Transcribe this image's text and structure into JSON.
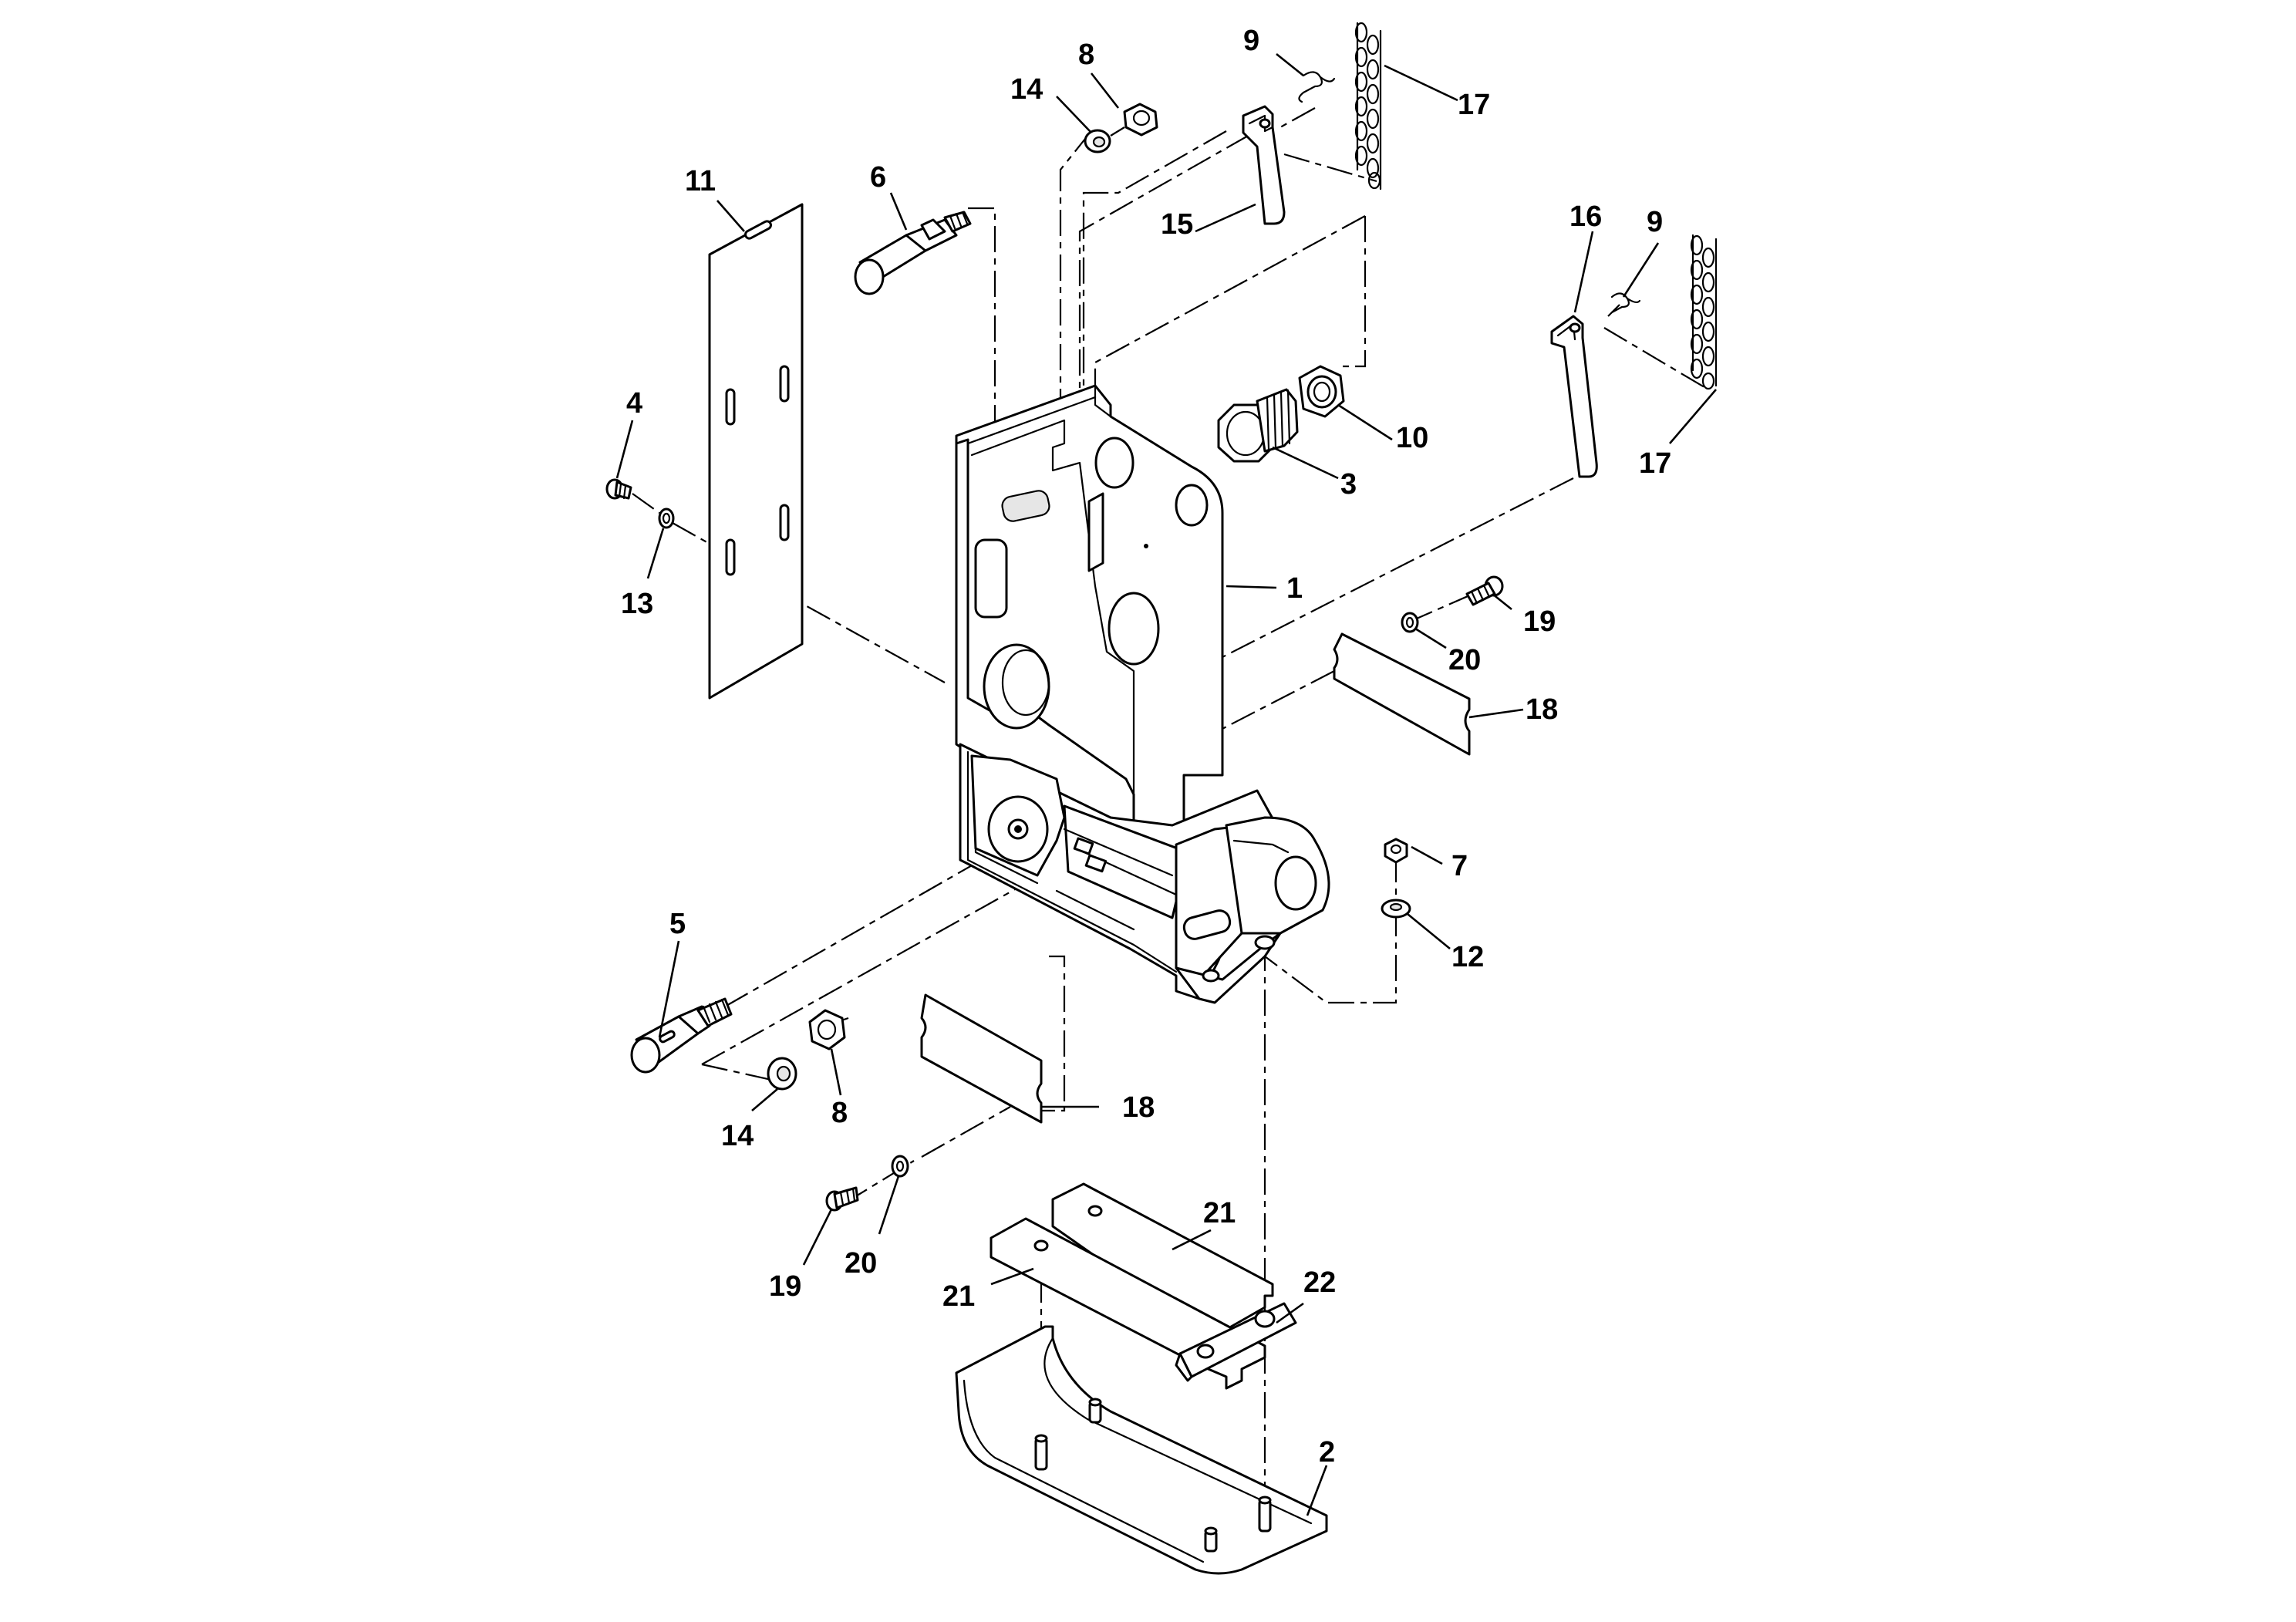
{
  "diagram": {
    "type": "exploded-parts-view",
    "callouts": {
      "c1": "1",
      "c2": "2",
      "c3": "3",
      "c4": "4",
      "c5": "5",
      "c6": "6",
      "c7": "7",
      "c8_top": "8",
      "c8_bottom": "8",
      "c9_left": "9",
      "c9_right": "9",
      "c10": "10",
      "c11": "11",
      "c12": "12",
      "c13": "13",
      "c14_top": "14",
      "c14_bottom": "14",
      "c15": "15",
      "c16": "16",
      "c17_top": "17",
      "c17_right": "17",
      "c18_right": "18",
      "c18_bottom": "18",
      "c19_right": "19",
      "c19_bottom": "19",
      "c20_right": "20",
      "c20_bottom": "20",
      "c21_top": "21",
      "c21_left": "21",
      "c22": "22"
    }
  }
}
